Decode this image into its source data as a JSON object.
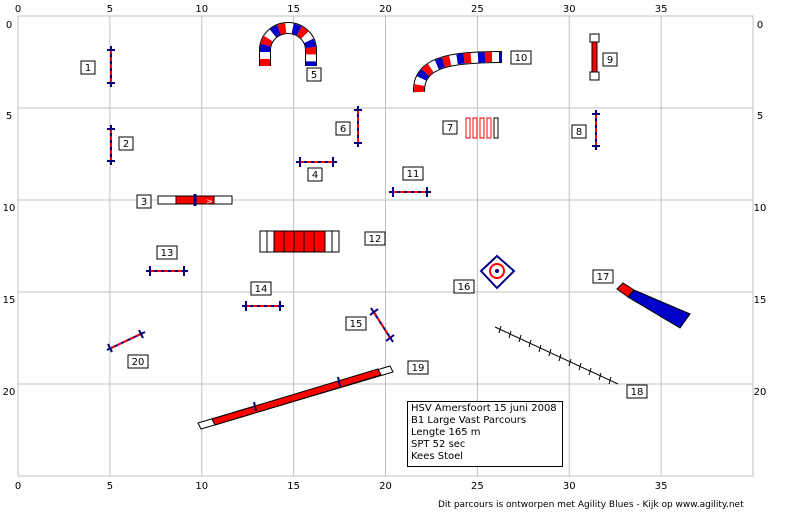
{
  "axes": {
    "x_ticks": [
      "0",
      "5",
      "10",
      "15",
      "20",
      "25",
      "30",
      "35"
    ],
    "y_ticks": [
      "0",
      "5",
      "10",
      "15",
      "20"
    ],
    "x_range": [
      0,
      40
    ],
    "y_range": [
      0,
      25
    ],
    "grid": true
  },
  "obstacles": [
    {
      "number": "1",
      "type": "jump"
    },
    {
      "number": "2",
      "type": "jump"
    },
    {
      "number": "3",
      "type": "tire"
    },
    {
      "number": "4",
      "type": "jump"
    },
    {
      "number": "5",
      "type": "tunnel"
    },
    {
      "number": "6",
      "type": "jump"
    },
    {
      "number": "7",
      "type": "weave-poles"
    },
    {
      "number": "8",
      "type": "jump"
    },
    {
      "number": "9",
      "type": "long-jump"
    },
    {
      "number": "10",
      "type": "tunnel"
    },
    {
      "number": "11",
      "type": "jump"
    },
    {
      "number": "12",
      "type": "table"
    },
    {
      "number": "13",
      "type": "jump"
    },
    {
      "number": "14",
      "type": "jump"
    },
    {
      "number": "15",
      "type": "jump"
    },
    {
      "number": "16",
      "type": "table"
    },
    {
      "number": "17",
      "type": "chute"
    },
    {
      "number": "18",
      "type": "weave-poles"
    },
    {
      "number": "19",
      "type": "dog-walk"
    },
    {
      "number": "20",
      "type": "jump"
    }
  ],
  "info": {
    "line1": "HSV Amersfoort 15 juni 2008",
    "line2": "B1 Large Vast Parcours",
    "line3": "Lengte 165 m",
    "line4": "SPT 52 sec",
    "line5": "Kees Stoel"
  },
  "footer": "Dit parcours is ontworpen met Agility Blues - Kijk op www.agility.net",
  "colors": {
    "red": "#ff0000",
    "blue": "#0000c8",
    "navy": "#000080",
    "grid": "#c0c0c0"
  }
}
